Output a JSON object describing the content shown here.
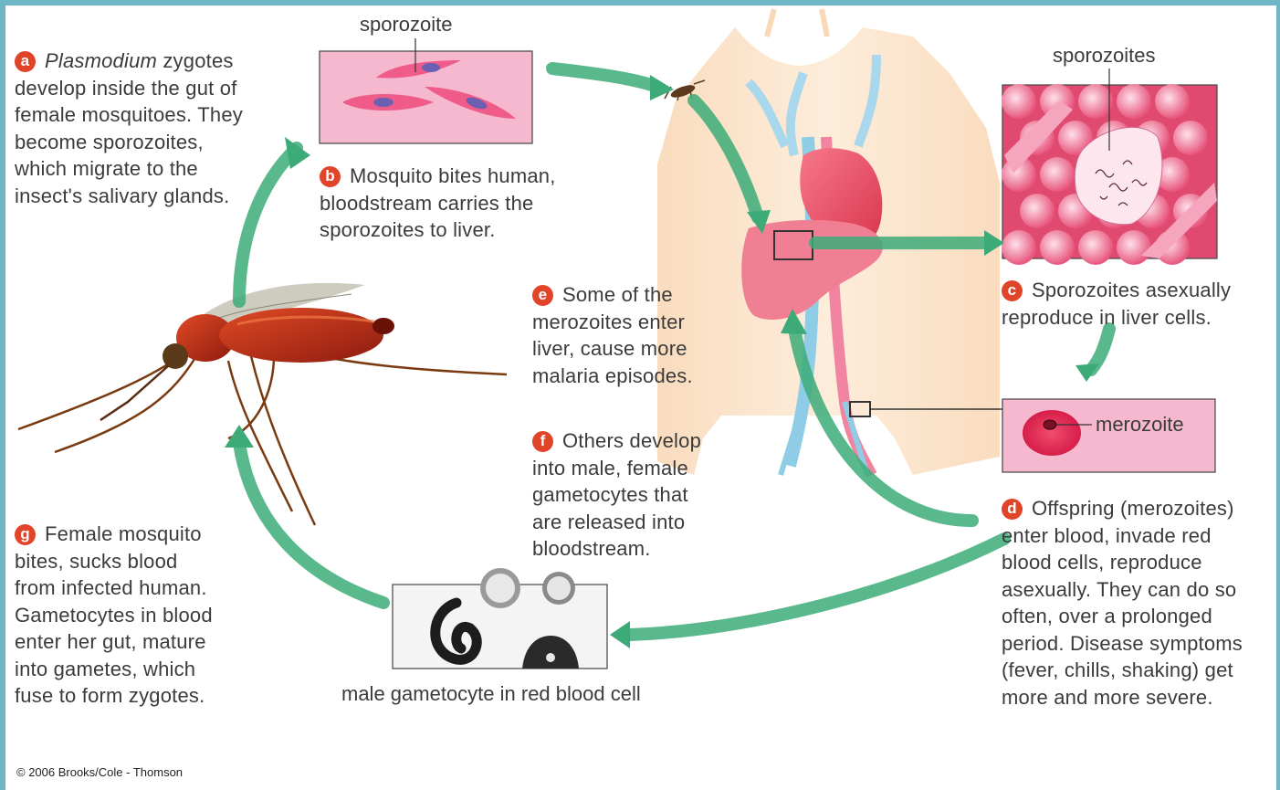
{
  "labels": {
    "sporozoite_top": "sporozoite",
    "sporozoites_right": "sporozoites",
    "merozoite": "merozoite",
    "male_gametocyte": "male gametocyte in red blood cell"
  },
  "steps": {
    "a": {
      "letter": "a",
      "italic": "Plasmodium",
      "lines": [
        " zygotes",
        "develop inside the gut of",
        "female mosquitoes. They",
        "become sporozoites,",
        "which migrate to the",
        "insect's salivary glands."
      ]
    },
    "b": {
      "letter": "b",
      "lines": [
        "Mosquito bites human,",
        "bloodstream carries the",
        "sporozoites to liver."
      ]
    },
    "c": {
      "letter": "c",
      "lines": [
        "Sporozoites asexually",
        "reproduce in liver cells."
      ]
    },
    "d": {
      "letter": "d",
      "lines": [
        "Offspring (merozoites)",
        "enter blood, invade red",
        "blood cells, reproduce",
        "asexually. They can do so",
        "often, over a prolonged",
        "period. Disease symptoms",
        "(fever, chills, shaking) get",
        "more and more severe."
      ]
    },
    "e": {
      "letter": "e",
      "lines": [
        "Some of the",
        "merozoites enter",
        "liver, cause more",
        "malaria episodes."
      ]
    },
    "f": {
      "letter": "f",
      "lines": [
        "Others develop",
        "into male, female",
        "gametocytes that",
        "are released into",
        "bloodstream."
      ]
    },
    "g": {
      "letter": "g",
      "lines": [
        "Female mosquito",
        "bites, sucks blood",
        "from infected human.",
        "Gametocytes in blood",
        "enter her gut, mature",
        "into gametes, which",
        "fuse to form zygotes."
      ]
    }
  },
  "copyright": "© 2006 Brooks/Cole - Thomson",
  "colors": {
    "arrow": "#3cab78",
    "badge": "#e0452a",
    "frame": "#6fb6c6",
    "cell_bg": "#f6b6cf",
    "skin": "#fbe3c8",
    "mosquito": "#b8261a"
  }
}
